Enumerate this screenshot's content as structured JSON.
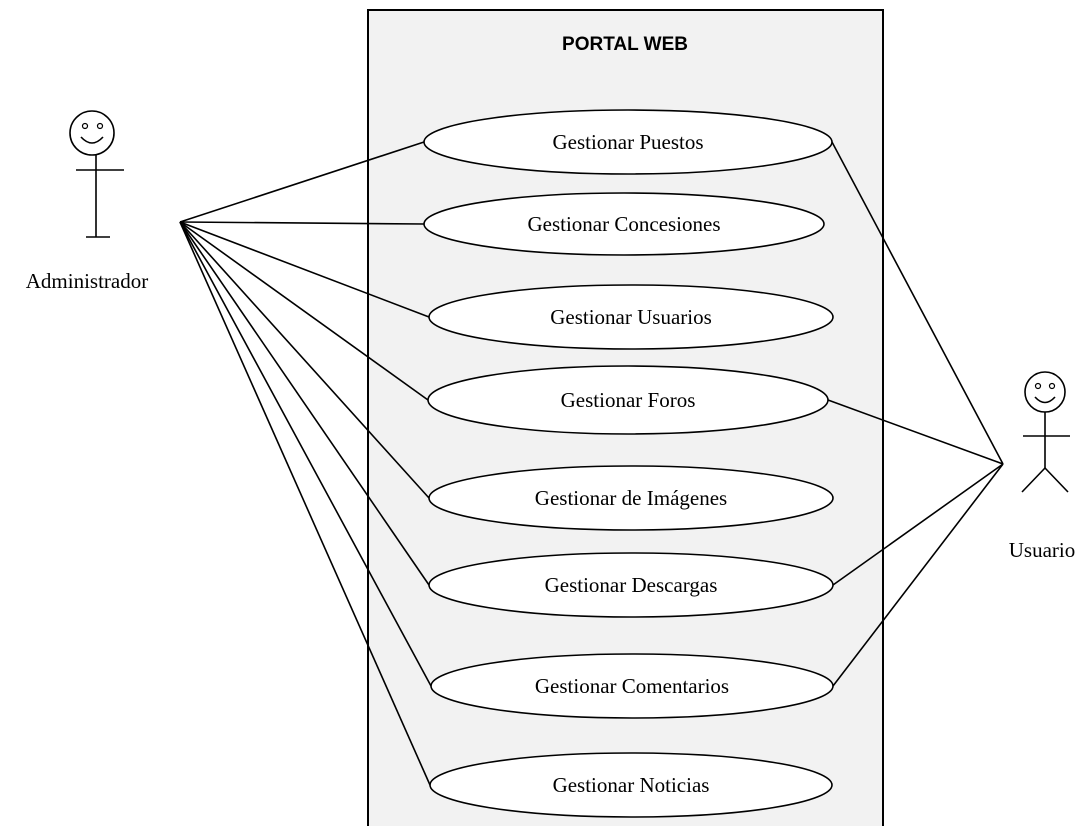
{
  "system": {
    "title": "PORTAL WEB",
    "fill_color": "#f2f2f2",
    "border_color": "#000000"
  },
  "actors": {
    "admin": {
      "label": "Administrador",
      "icon": "stick-figure-smiley-icon"
    },
    "user": {
      "label": "Usuario",
      "icon": "stick-figure-smiley-icon"
    }
  },
  "use_cases": [
    {
      "id": "puestos",
      "label": "Gestionar Puestos",
      "actors": [
        "admin",
        "user"
      ]
    },
    {
      "id": "concesiones",
      "label": "Gestionar Concesiones",
      "actors": [
        "admin"
      ]
    },
    {
      "id": "usuarios",
      "label": "Gestionar Usuarios",
      "actors": [
        "admin"
      ]
    },
    {
      "id": "foros",
      "label": "Gestionar Foros",
      "actors": [
        "admin",
        "user"
      ]
    },
    {
      "id": "imagenes",
      "label": "Gestionar de Imágenes",
      "actors": [
        "admin"
      ]
    },
    {
      "id": "descargas",
      "label": "Gestionar Descargas",
      "actors": [
        "admin",
        "user"
      ]
    },
    {
      "id": "comentarios",
      "label": "Gestionar Comentarios",
      "actors": [
        "admin",
        "user"
      ]
    },
    {
      "id": "noticias",
      "label": "Gestionar Noticias",
      "actors": [
        "admin"
      ]
    }
  ]
}
